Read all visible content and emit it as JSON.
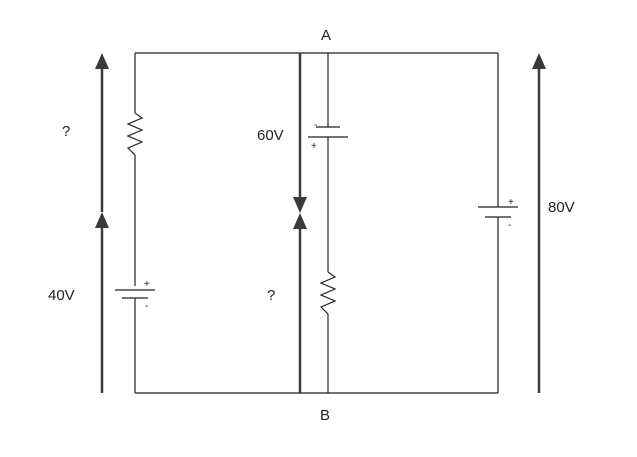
{
  "nodes": {
    "top": "A",
    "bottom": "B"
  },
  "left_branch": {
    "unknown_label": "?",
    "battery_label": "40V",
    "battery_plus": "+",
    "battery_minus": "-"
  },
  "middle_branch": {
    "battery_label": "60V",
    "battery_plus": "+",
    "battery_minus": "-",
    "unknown_label": "?"
  },
  "right_branch": {
    "battery_label": "80V",
    "battery_plus": "+",
    "battery_minus": "-"
  }
}
